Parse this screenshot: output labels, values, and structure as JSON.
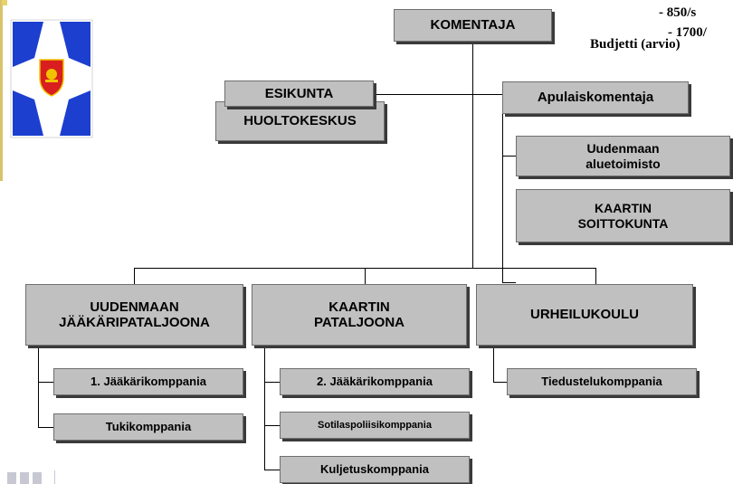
{
  "org_chart": {
    "commander": "KOMENTAJA",
    "staff": "ESIKUNTA",
    "logistics_center": "HUOLTOKESKUS",
    "deputy_commander": "Apulaiskomentaja",
    "regional_office": "Uudenmaan aluetoimisto",
    "band": "KAARTIN SOITTOKUNTA",
    "battalion_uusimaa": "UUDENMAAN JÄÄKÄRIPATALJOONA",
    "battalion_guard": "KAARTIN PATALJOONA",
    "sports_school": "URHEILUKOULU",
    "company_1": "1. Jääkärikomppania",
    "company_support": "Tukikomppania",
    "company_2": "2. Jääkärikomppania",
    "company_mp": "Sotilaspoliisikomppania",
    "company_transport": "Kuljetuskomppania",
    "company_recon": "Tiedustelukomppania"
  },
  "info_text": {
    "line1": "- 850/s",
    "line2": "- 1700/",
    "line3": "Budjetti  (arvio)"
  },
  "colors": {
    "box_fill": "#c0c0c0",
    "flag_blue": "#1c3fd0",
    "flag_white": "#ffffff",
    "emblem_red": "#d81e1e",
    "emblem_gold": "#f2c200"
  }
}
